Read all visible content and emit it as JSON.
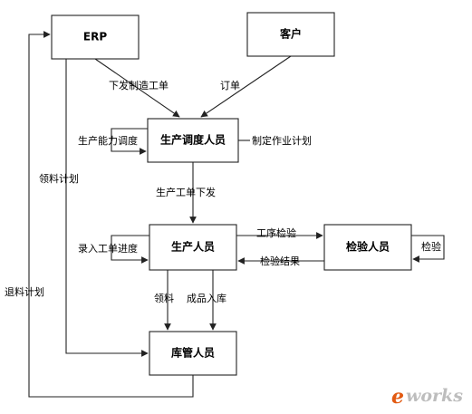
{
  "nodes": {
    "erp": "ERP",
    "customer": "客户",
    "dispatcher": "生产调度人员",
    "production": "生产人员",
    "inspection": "检验人员",
    "warehouse": "库管人员"
  },
  "edges": {
    "issue_order": "下发制造工单",
    "order": "订单",
    "capacity_scheduling": "生产能力调度",
    "make_plan": "制定作业计划",
    "work_order_issue": "生产工单下发",
    "record_progress": "录入工单进度",
    "process_inspection": "工序检验",
    "inspection_result": "检验结果",
    "inspect": "检验",
    "material_plan": "领料计划",
    "return_plan": "退料计划",
    "pick_material": "领料",
    "finished_storage": "成品入库"
  },
  "watermark": {
    "e": "e",
    "rest": "works"
  }
}
